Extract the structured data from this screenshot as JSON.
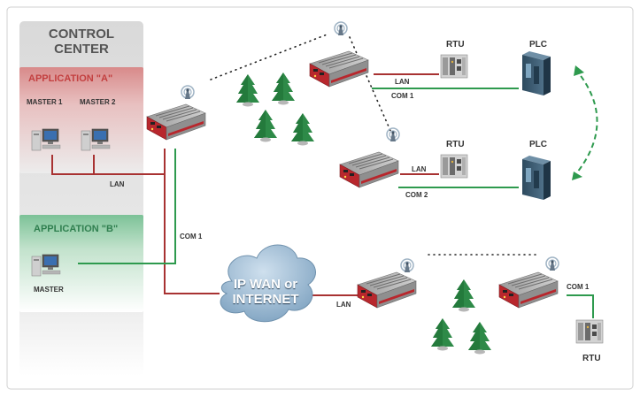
{
  "control_center": {
    "title_line1": "CONTROL",
    "title_line2": "CENTER",
    "application_a": {
      "title": "APPLICATION \"A\"",
      "master1": "MASTER 1",
      "master2": "MASTER 2"
    },
    "application_b": {
      "title": "APPLICATION \"B\"",
      "master": "MASTER"
    }
  },
  "links": {
    "lan_cc": "LAN",
    "com1_cc": "COM 1",
    "lan_top": "LAN",
    "com1_top": "COM 1",
    "lan_mid": "LAN",
    "com2_mid": "COM 2",
    "lan_wan": "LAN",
    "com1_bottom": "COM 1"
  },
  "devices": {
    "rtu_top": "RTU",
    "plc_top": "PLC",
    "rtu_mid": "RTU",
    "plc_mid": "PLC",
    "rtu_bottom": "RTU"
  },
  "cloud": {
    "line1": "IP WAN or",
    "line2": "INTERNET"
  },
  "colors": {
    "lan_line": "#a83232",
    "com_line": "#2e9a4e",
    "router_red": "#b8272d",
    "cloud_fill": "#a9c6dc"
  }
}
